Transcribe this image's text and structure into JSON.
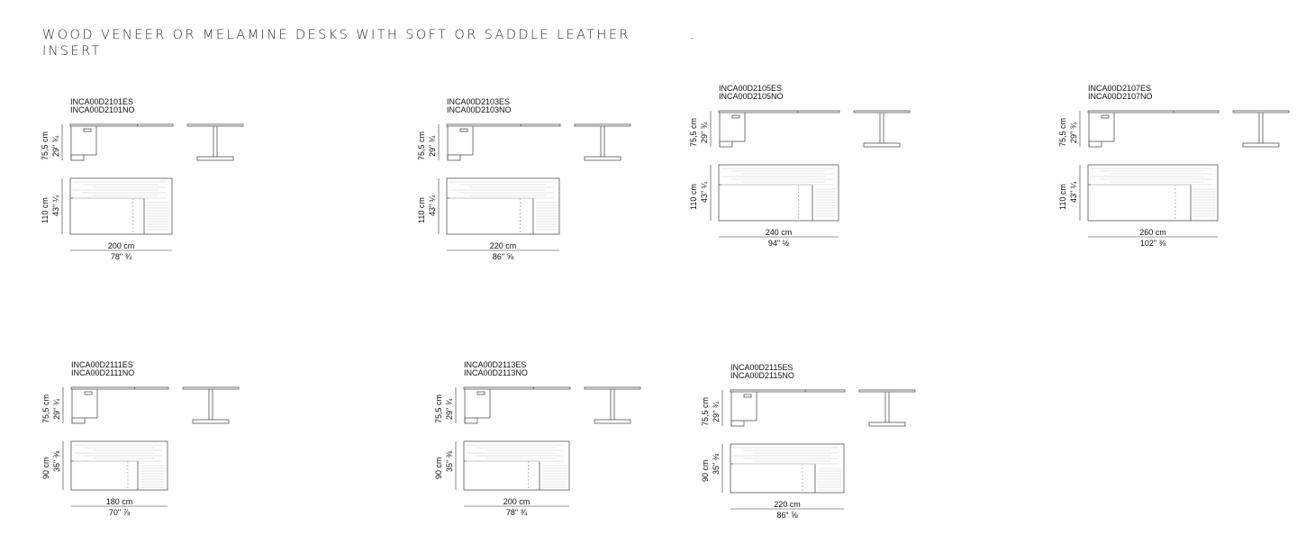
{
  "header": {
    "title": "WOOD VENEER OR MELAMINE DESKS WITH SOFT OR SADDLE LEATHER INSERT",
    "dot": "."
  },
  "products": [
    {
      "codes": [
        "INCA00D2101ES",
        "INCA00D2101NO"
      ],
      "height_cm": "75,5 cm",
      "height_in": "29\" ¾",
      "depth_cm": "110 cm",
      "depth_in": "43\" ¼",
      "width_cm": "200 cm",
      "width_in": "78\" ¾"
    },
    {
      "codes": [
        "INCA00D2103ES",
        "INCA00D2103NO"
      ],
      "height_cm": "75,5 cm",
      "height_in": "29\" ¾",
      "depth_cm": "110 cm",
      "depth_in": "43\" ¼",
      "width_cm": "220 cm",
      "width_in": "86\" ⅝"
    },
    {
      "codes": [
        "INCA00D2105ES",
        "INCA00D2105NO"
      ],
      "height_cm": "75,5 cm",
      "height_in": "29\" ¾",
      "depth_cm": "110 cm",
      "depth_in": "43\" ¼",
      "width_cm": "240 cm",
      "width_in": "94\" ½"
    },
    {
      "codes": [
        "INCA00D2107ES",
        "INCA00D2107NO"
      ],
      "height_cm": "75,5 cm",
      "height_in": "29\" ¾",
      "depth_cm": "110 cm",
      "depth_in": "43\" ¼",
      "width_cm": "260 cm",
      "width_in": "102\" ⅜"
    },
    {
      "codes": [
        "INCA00D2111ES",
        "INCA00D2111NO"
      ],
      "height_cm": "75,5 cm",
      "height_in": "29\" ¾",
      "depth_cm": "90 cm",
      "depth_in": "35\" ⅜",
      "width_cm": "180 cm",
      "width_in": "70\" ⅞"
    },
    {
      "codes": [
        "INCA00D2113ES",
        "INCA00D2113NO"
      ],
      "height_cm": "75,5 cm",
      "height_in": "29\" ¾",
      "depth_cm": "90 cm",
      "depth_in": "35\" ⅜",
      "width_cm": "200 cm",
      "width_in": "78\" ¾"
    },
    {
      "codes": [
        "INCA00D2115ES",
        "INCA00D2115NO"
      ],
      "height_cm": "75,5 cm",
      "height_in": "29\" ¾",
      "depth_cm": "90 cm",
      "depth_in": "35\" ⅜",
      "width_cm": "220 cm",
      "width_in": "86\" ⅝"
    }
  ]
}
